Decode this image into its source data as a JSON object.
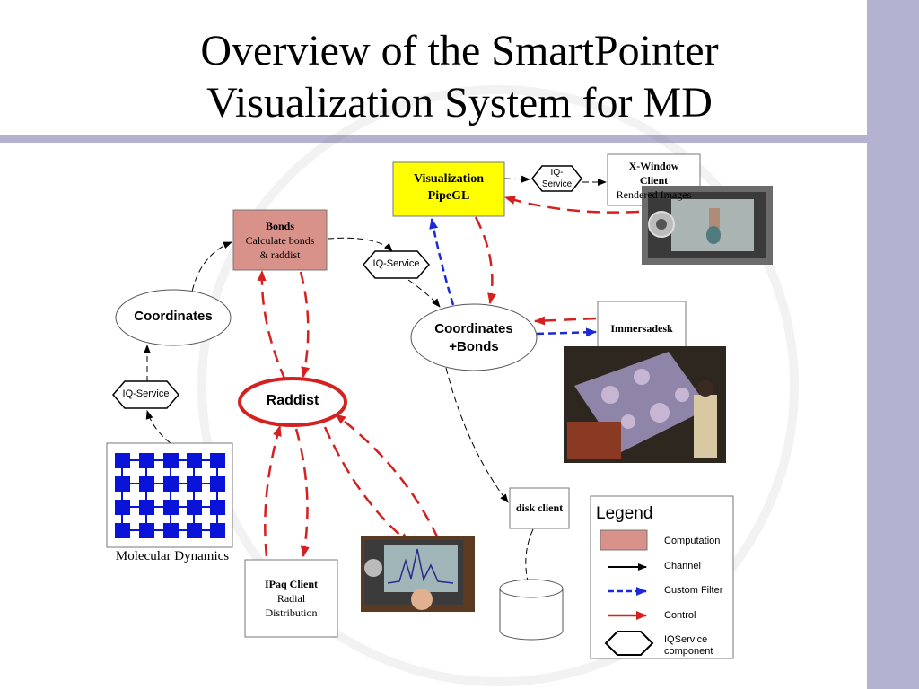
{
  "title": {
    "line1": "Overview of the SmartPointer",
    "line2": "Visualization System for MD"
  },
  "nodes": {
    "visualization": {
      "line1": "Visualization",
      "line2": "PipeGL",
      "fill": "#ffff00"
    },
    "xwindow": {
      "line1": "X-Window",
      "line2": "Client",
      "line3": "Rendered Images"
    },
    "bonds": {
      "line1": "Bonds",
      "line2": "Calculate bonds",
      "line3": "& raddist",
      "fill": "#d9928a"
    },
    "coordinates": {
      "label": "Coordinates"
    },
    "coordinates_bonds": {
      "line1": "Coordinates",
      "line2": "+Bonds"
    },
    "raddist": {
      "label": "Raddist"
    },
    "immersadesk": {
      "label": "Immersadesk"
    },
    "disk_client": {
      "label": "disk client"
    },
    "ipaq": {
      "line1": "IPaq Client",
      "line2": "Radial",
      "line3": "Distribution"
    },
    "molecular_dynamics": {
      "label": "Molecular Dynamics"
    }
  },
  "iq_services": {
    "top": {
      "line1": "IQ-",
      "line2": "Service"
    },
    "middle": {
      "label": "IQ-Service"
    },
    "left": {
      "label": "IQ-Service"
    }
  },
  "legend": {
    "title": "Legend",
    "items": [
      {
        "label": "Computation",
        "kind": "box"
      },
      {
        "label": "Channel",
        "kind": "arrow-black"
      },
      {
        "label": "Custom Filter",
        "kind": "arrow-blue"
      },
      {
        "label": "Control",
        "kind": "arrow-red"
      },
      {
        "label": "IQService component",
        "kind": "hexagon"
      }
    ]
  },
  "colors": {
    "accent_bar": "#b3b3d1",
    "control": "#d62020",
    "filter": "#1a2ad6",
    "channel": "#000000",
    "grid_square": "#0a14d8"
  },
  "photos": {
    "xwindow_device": "handheld-device-photo",
    "immersadesk": "immersadesk-photo",
    "ipaq": "ipaq-device-photo"
  }
}
